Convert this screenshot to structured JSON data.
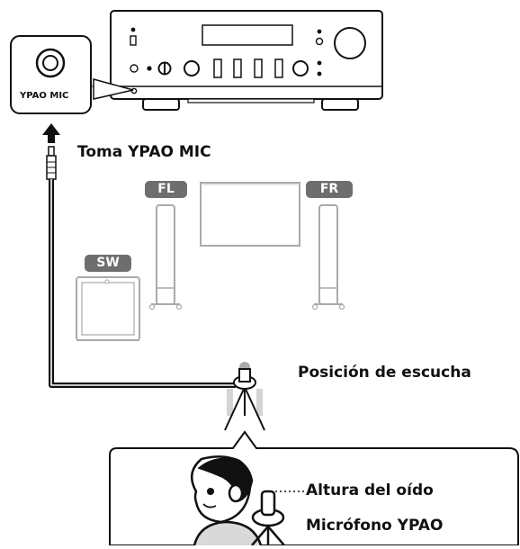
{
  "labels": {
    "jack_panel": "YPAO MIC",
    "jack_caption": "Toma YPAO MIC",
    "listening_position": "Posición de escucha",
    "ear_height": "Altura del oído",
    "microphone": "Micrófono YPAO"
  },
  "speakers": {
    "front_left": "FL",
    "front_right": "FR",
    "subwoofer": "SW"
  }
}
